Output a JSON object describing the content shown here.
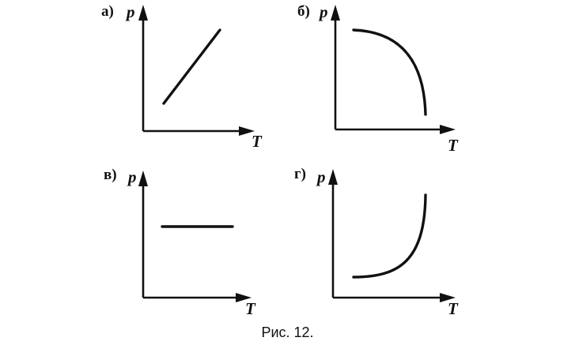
{
  "caption": "Рис. 12.",
  "axis_labels": {
    "vertical": "p",
    "horizontal": "T"
  },
  "panels": [
    {
      "letter": "а)",
      "curve": "line-increasing"
    },
    {
      "letter": "б)",
      "curve": "concave-down-falling"
    },
    {
      "letter": "в)",
      "curve": "horizontal-constant"
    },
    {
      "letter": "г)",
      "curve": "concave-up-rising"
    }
  ]
}
